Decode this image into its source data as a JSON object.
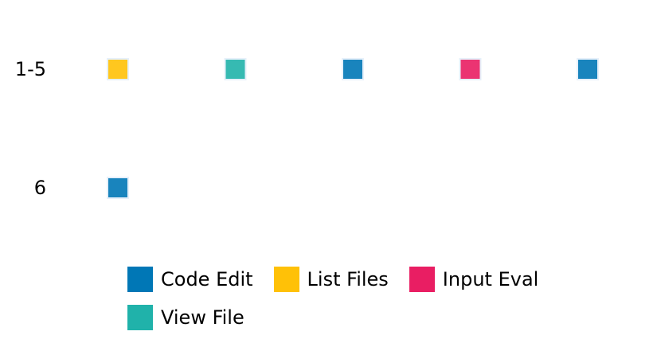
{
  "chart_data": {
    "type": "heatmap",
    "title": "",
    "xlabel": "",
    "ylabel": "",
    "rows": [
      {
        "label": "1-5",
        "cells": [
          "List Files",
          "View File",
          "Code Edit",
          "Input Eval",
          "Code Edit"
        ]
      },
      {
        "label": "6",
        "cells": [
          "Code Edit"
        ]
      }
    ],
    "categories": [
      {
        "name": "Code Edit",
        "color": "#0077b6"
      },
      {
        "name": "List Files",
        "color": "#ffc107"
      },
      {
        "name": "Input Eval",
        "color": "#e91e63"
      },
      {
        "name": "View File",
        "color": "#20b2aa"
      }
    ],
    "legend": {
      "placement": "bottom",
      "entries": [
        "Code Edit",
        "List Files",
        "Input Eval",
        "View File"
      ]
    },
    "grid": false
  }
}
